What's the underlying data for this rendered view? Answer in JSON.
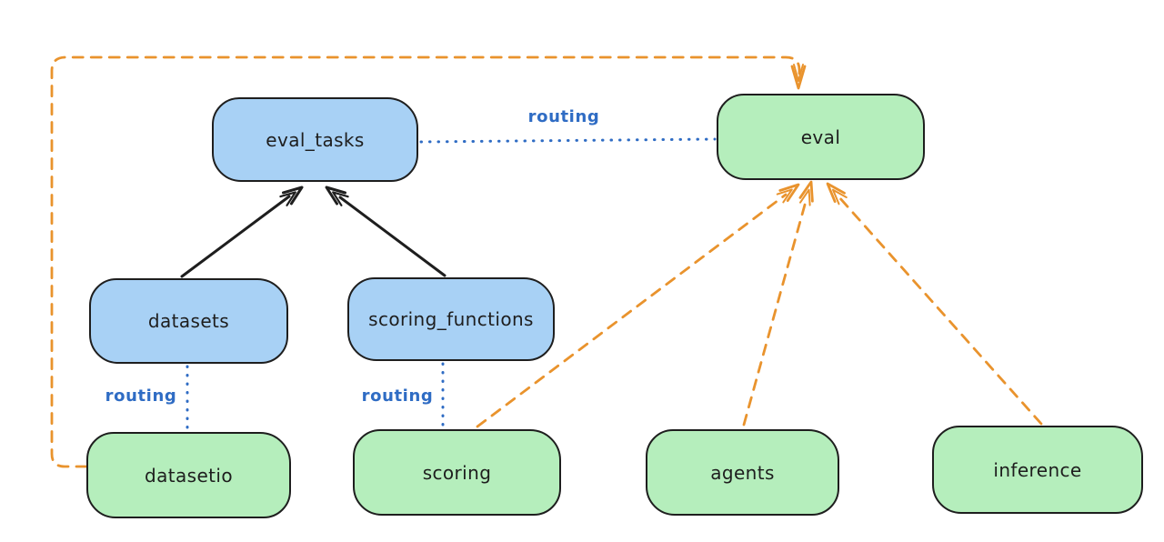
{
  "diagram": {
    "background": "#ffffff",
    "colors": {
      "node_border": "#1e1e1e",
      "registry_node_fill_blue": "#a8d1f5",
      "provider_node_fill_green": "#b5eebc",
      "solid_edge_black": "#1e1e1e",
      "dashed_edge_orange": "#e9932d",
      "dotted_edge_blue": "#2f6cc4",
      "node_text": "#1e1e1e",
      "edge_label_text": "#2f6cc4"
    },
    "nodes": {
      "eval_tasks": {
        "label": "eval_tasks",
        "fill": "blue"
      },
      "eval": {
        "label": "eval",
        "fill": "green"
      },
      "datasets": {
        "label": "datasets",
        "fill": "blue"
      },
      "scoring_functions": {
        "label": "scoring_functions",
        "fill": "blue"
      },
      "datasetio": {
        "label": "datasetio",
        "fill": "green"
      },
      "scoring": {
        "label": "scoring",
        "fill": "green"
      },
      "agents": {
        "label": "agents",
        "fill": "green"
      },
      "inference": {
        "label": "inference",
        "fill": "green"
      }
    },
    "edge_labels": {
      "routing_eval_tasks_eval": "routing",
      "routing_datasets_datasetio": "routing",
      "routing_scoring_functions_scoring": "routing"
    },
    "edges": [
      {
        "from": "datasets",
        "to": "eval_tasks",
        "style": "solid-black-arrow"
      },
      {
        "from": "scoring_functions",
        "to": "eval_tasks",
        "style": "solid-black-arrow"
      },
      {
        "from": "eval_tasks",
        "to": "eval",
        "style": "dotted-blue",
        "label": "routing"
      },
      {
        "from": "datasets",
        "to": "datasetio",
        "style": "dotted-blue",
        "label": "routing"
      },
      {
        "from": "scoring_functions",
        "to": "scoring",
        "style": "dotted-blue",
        "label": "routing"
      },
      {
        "from": "datasetio",
        "to": "eval",
        "style": "dashed-orange-arrow"
      },
      {
        "from": "scoring",
        "to": "eval",
        "style": "dashed-orange-arrow"
      },
      {
        "from": "agents",
        "to": "eval",
        "style": "dashed-orange-arrow"
      },
      {
        "from": "inference",
        "to": "eval",
        "style": "dashed-orange-arrow"
      }
    ]
  }
}
